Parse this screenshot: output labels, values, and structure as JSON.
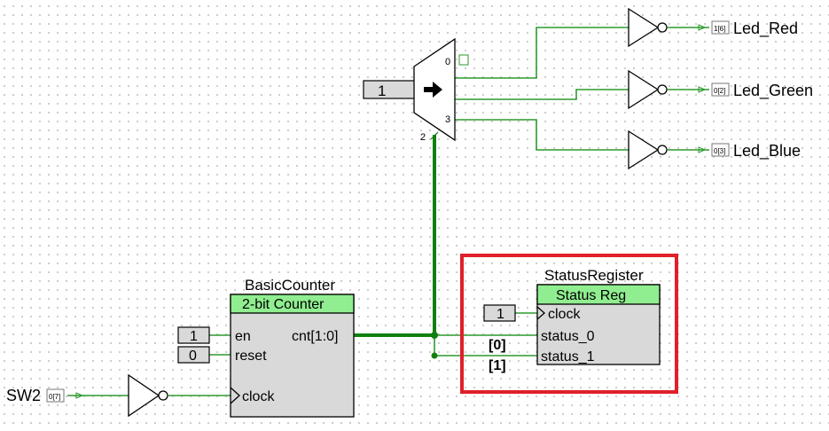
{
  "inputs": {
    "mux_select_value": "1",
    "counter_en_value": "1",
    "counter_reset_value": "0",
    "status_clock_value": "1",
    "sw2_label": "SW2",
    "sw2_pin": "0[7]"
  },
  "outputs": {
    "led_red_label": "Led_Red",
    "led_red_pin": "1[6]",
    "led_green_label": "Led_Green",
    "led_green_pin": "0[2]",
    "led_blue_label": "Led_Blue",
    "led_blue_pin": "0[3]"
  },
  "mux": {
    "port_0": "0",
    "port_3": "3",
    "select_width": "2"
  },
  "counter": {
    "instance_name": "BasicCounter",
    "title": "2-bit Counter",
    "port_en": "en",
    "port_reset": "reset",
    "port_clock": "clock",
    "port_cnt": "cnt[1:0]"
  },
  "status_register": {
    "instance_name": "StatusRegister",
    "title": "Status Reg",
    "port_clock": "clock",
    "port_status0": "status_0",
    "port_status1": "status_1",
    "bit0_label": "[0]",
    "bit1_label": "[1]"
  },
  "colors": {
    "wire": "#2e9a2e",
    "bus": "#108010",
    "component_header": "#90ee90",
    "component_body": "#d9d9d9",
    "highlight_box": "#e0202a"
  }
}
